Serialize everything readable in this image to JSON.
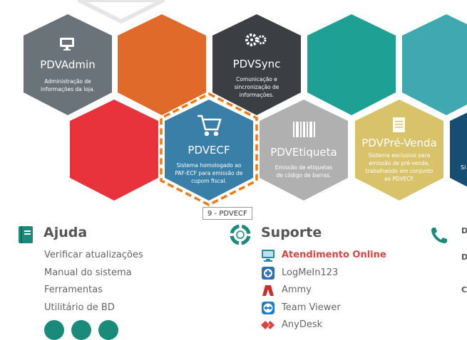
{
  "hexes": {
    "pdvadmin": {
      "title": "PDVAdmin",
      "desc": [
        "Administração de",
        "informações da loja."
      ]
    },
    "pdvsync": {
      "title": "PDVSync",
      "desc": [
        "Comunicação e",
        "sincronização de",
        "informações."
      ]
    },
    "pdvecf": {
      "title": "PDVECF",
      "desc": [
        "Sistema homologado ao",
        "PAF-ECF para emissão de",
        "cupom fiscal."
      ]
    },
    "pdvetiqueta": {
      "title": "PDVEtiqueta",
      "desc": [
        "Emissão de etiquetas",
        "de código de barras."
      ]
    },
    "pdvprevenda": {
      "title": "PDVPré-Venda",
      "desc": [
        "Sistema exclusivo para",
        "emissão de pré-venda,",
        "trabalhando em conjunto",
        "ao PDVECF."
      ]
    },
    "right_partial": {
      "desc": "Si"
    }
  },
  "tooltip": "9 - PDVECF",
  "ajuda": {
    "title": "Ajuda",
    "items": [
      "Verificar atualizações",
      "Manual do sistema",
      "Ferramentas",
      "Utilitário de BD"
    ]
  },
  "suporte": {
    "title": "Suporte",
    "items": [
      "Atendimento Online",
      "LogMeIn123",
      "Ammy",
      "Team Viewer",
      "AnyDesk"
    ]
  },
  "contato": {
    "letters": [
      "D",
      "D",
      "C"
    ]
  },
  "colors": {
    "gray": "#6b737a",
    "orange": "#e06a2a",
    "dark": "#3b3f44",
    "teal": "#1ea094",
    "teal_light": "#3fa8b0",
    "red": "#e8323c",
    "blue": "#3a7fa8",
    "light_gray": "#b0b0b0",
    "yellow": "#d8c36a",
    "navy": "#164e73",
    "dash_orange": "#f07a12",
    "icon_teal": "#1a8a7a"
  }
}
